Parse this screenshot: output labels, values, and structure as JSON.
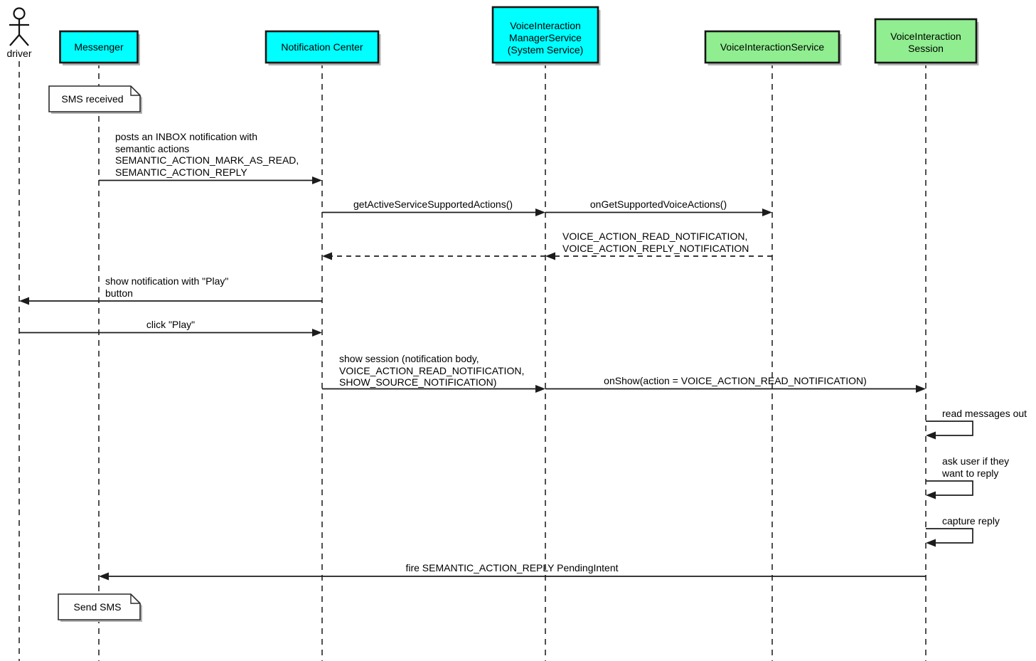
{
  "colors": {
    "participant_cyan": "#00FFFF",
    "participant_green": "#90EE90",
    "border": "#161616",
    "line": "#1c1c1c",
    "background": "#FFFFFF"
  },
  "actor": {
    "label": "driver"
  },
  "participants": [
    {
      "id": "messenger",
      "color": "#00FFFF",
      "lines": [
        "Messenger"
      ]
    },
    {
      "id": "notification-center",
      "color": "#00FFFF",
      "lines": [
        "Notification Center"
      ]
    },
    {
      "id": "voice-interaction-manager-service",
      "color": "#00FFFF",
      "lines": [
        "VoiceInteraction",
        "ManagerService",
        "(System Service)"
      ]
    },
    {
      "id": "voice-interaction-service",
      "color": "#90EE90",
      "lines": [
        "VoiceInteractionService"
      ]
    },
    {
      "id": "voice-interaction-session",
      "color": "#90EE90",
      "lines": [
        "VoiceInteraction",
        "Session"
      ]
    }
  ],
  "notes": [
    {
      "text": "SMS received"
    },
    {
      "text": "Send SMS"
    }
  ],
  "messages": [
    {
      "lines": [
        "posts an INBOX notification with",
        "semantic actions",
        "SEMANTIC_ACTION_MARK_AS_READ,",
        "SEMANTIC_ACTION_REPLY"
      ]
    },
    {
      "lines": [
        "getActiveServiceSupportedActions()"
      ]
    },
    {
      "lines": [
        "onGetSupportedVoiceActions()"
      ]
    },
    {
      "lines": [
        "VOICE_ACTION_READ_NOTIFICATION,",
        "VOICE_ACTION_REPLY_NOTIFICATION"
      ]
    },
    {
      "lines": [
        "show notification with \"Play\"",
        "button"
      ]
    },
    {
      "lines": [
        "click \"Play\""
      ]
    },
    {
      "lines": [
        "show session (notification body,",
        "VOICE_ACTION_READ_NOTIFICATION,",
        "SHOW_SOURCE_NOTIFICATION)"
      ]
    },
    {
      "lines": [
        "onShow(action = VOICE_ACTION_READ_NOTIFICATION)"
      ]
    },
    {
      "lines": [
        "read messages out"
      ]
    },
    {
      "lines": [
        "ask user if they",
        "want to reply"
      ]
    },
    {
      "lines": [
        "capture reply"
      ]
    },
    {
      "lines": [
        "fire SEMANTIC_ACTION_REPLY PendingIntent"
      ]
    }
  ]
}
